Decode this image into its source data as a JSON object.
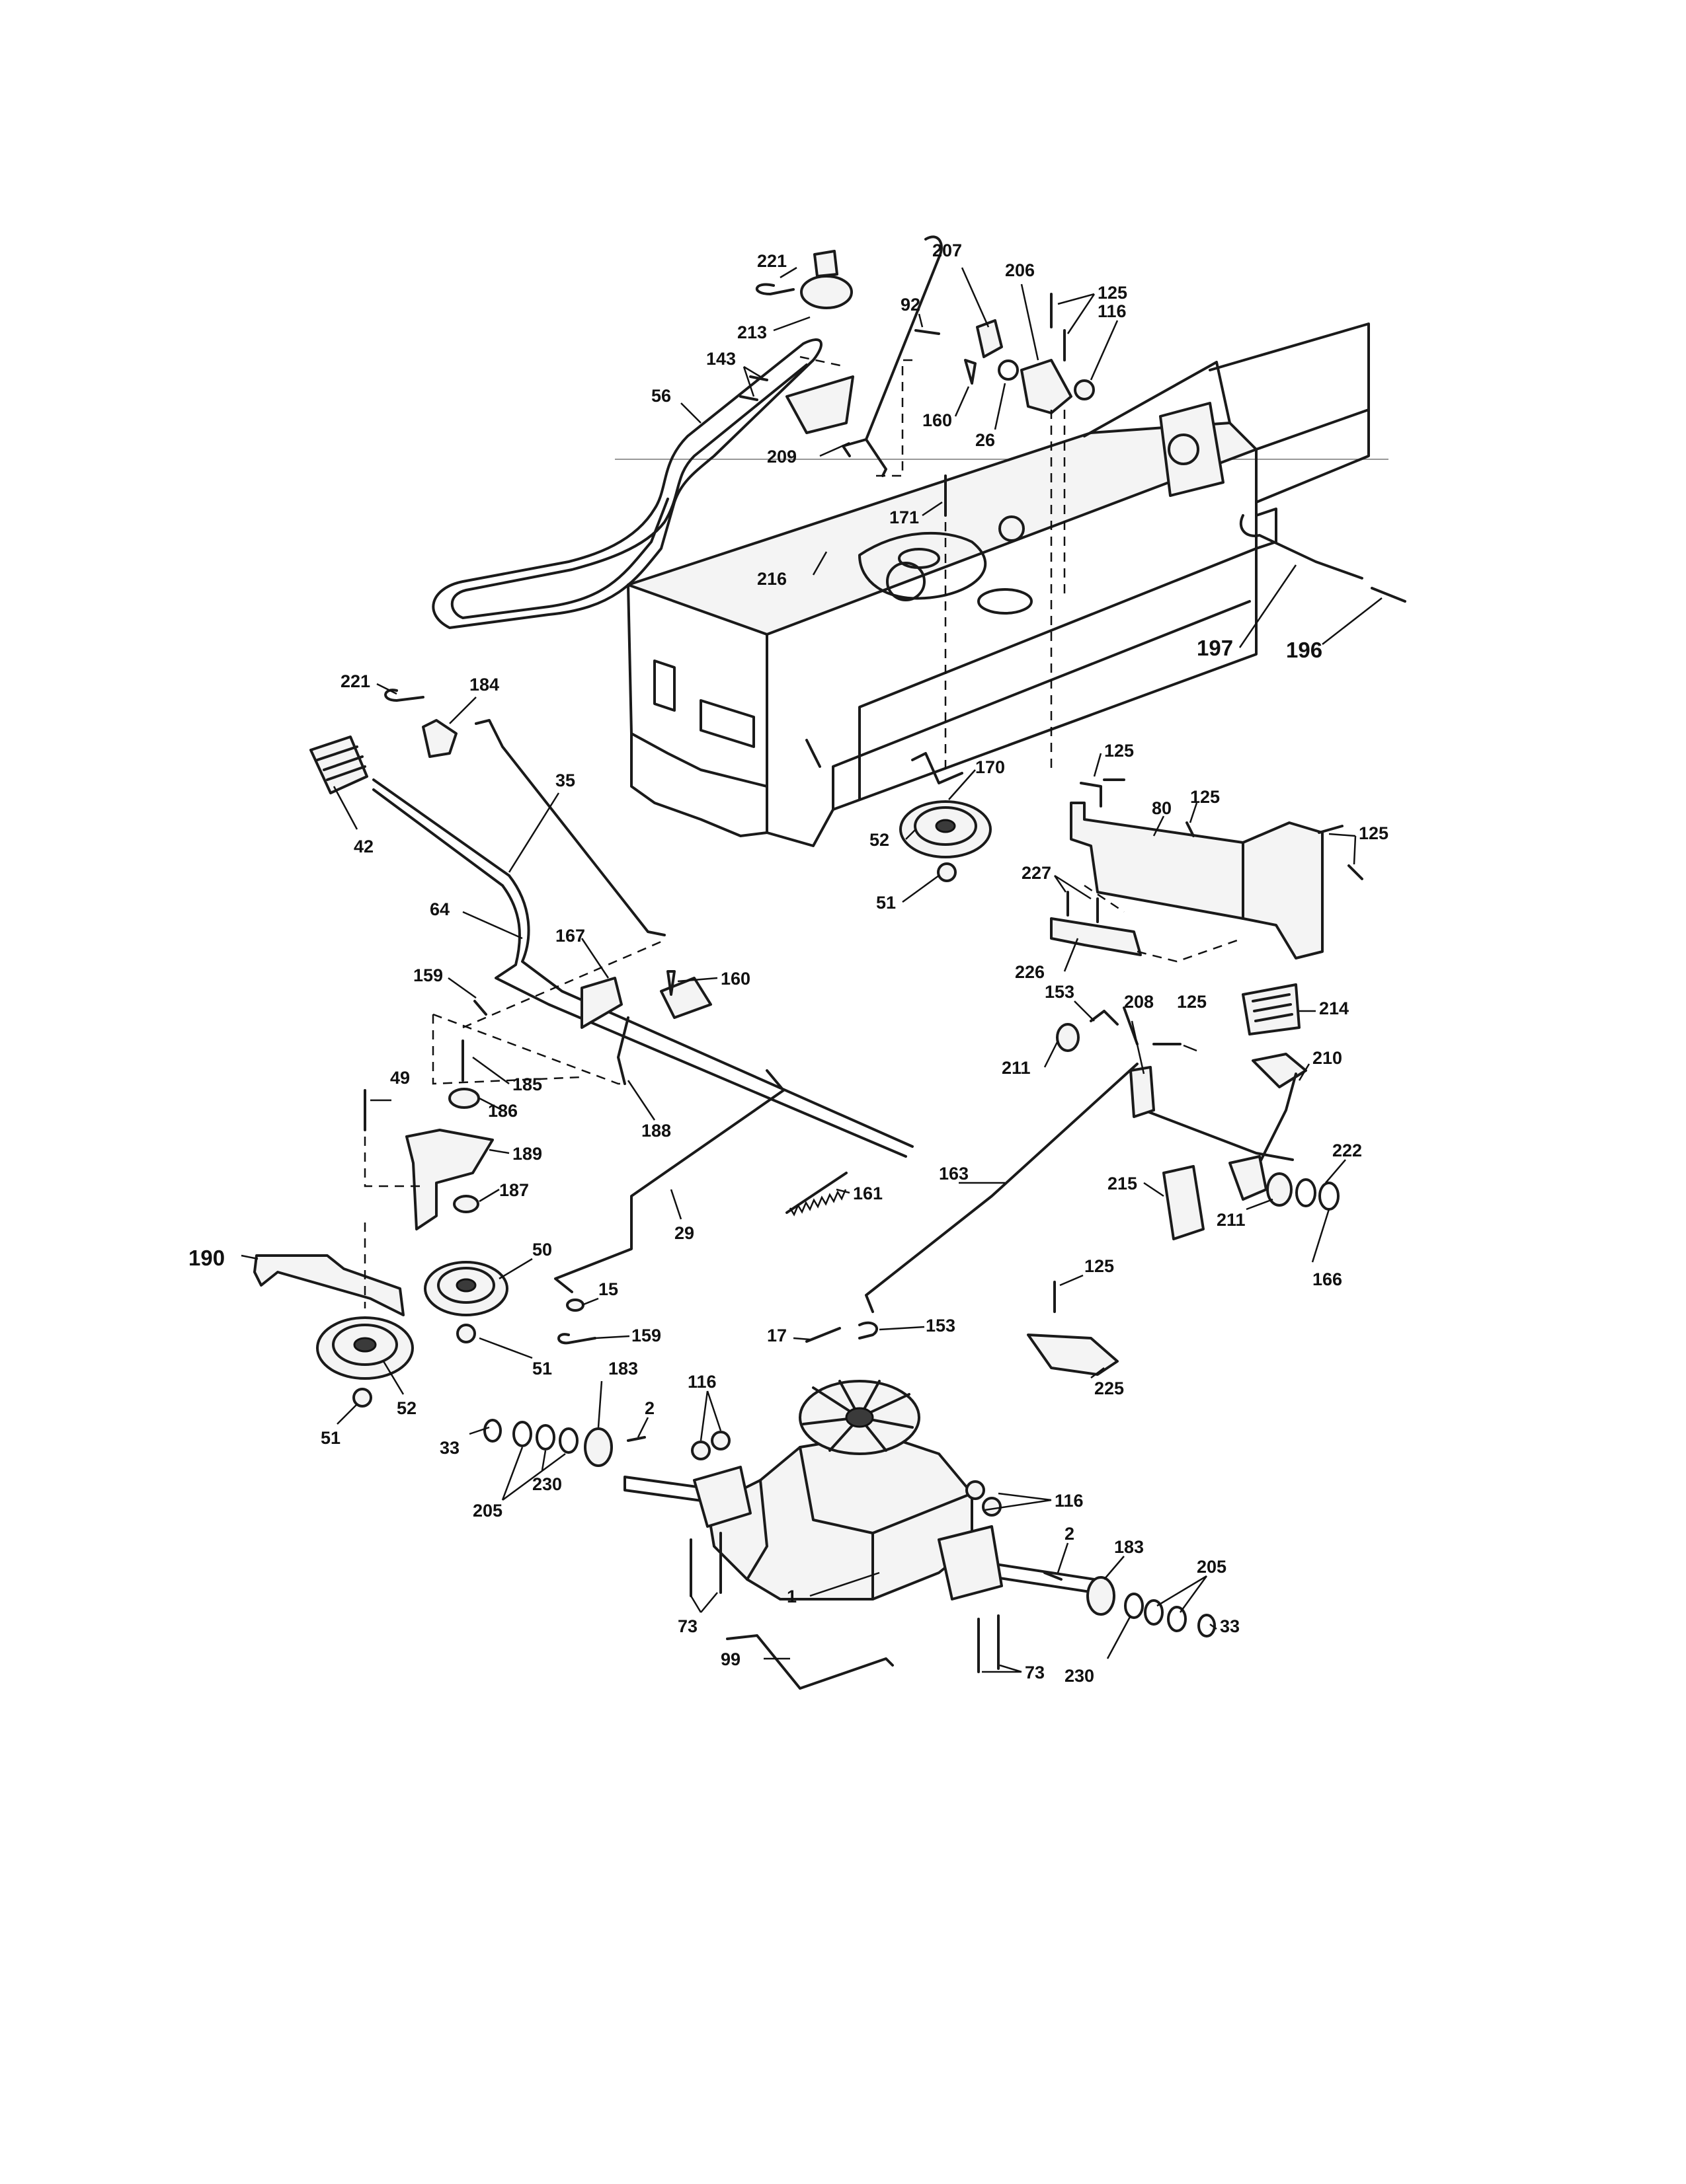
{
  "diagram": {
    "labels": {
      "l221a": "221",
      "l213": "213",
      "l207": "207",
      "l206": "206",
      "l125a": "125",
      "l92": "92",
      "l116a": "116",
      "l56": "56",
      "l160a": "160",
      "l26": "26",
      "l209": "209",
      "l143": "143",
      "l171": "171",
      "l216": "216",
      "l197": "197",
      "l196": "196",
      "l221b": "221",
      "l184": "184",
      "l35": "35",
      "l42": "42",
      "l170": "170",
      "l125b": "125",
      "l125c": "125",
      "l80": "80",
      "l125d": "125",
      "l52a": "52",
      "l227": "227",
      "l51a": "51",
      "l64": "64",
      "l167": "167",
      "l226": "226",
      "l159a": "159",
      "l160b": "160",
      "l214": "214",
      "l153a": "153",
      "l208": "208",
      "l125e": "125",
      "l210": "210",
      "l49": "49",
      "l185": "185",
      "l186": "186",
      "l211a": "211",
      "l188": "188",
      "l189": "189",
      "l222": "222",
      "l163": "163",
      "l187": "187",
      "l161": "161",
      "l215": "215",
      "l211b": "211",
      "l29": "29",
      "l50": "50",
      "l166": "166",
      "l190": "190",
      "l15": "15",
      "l125f": "125",
      "l159b": "159",
      "l17": "17",
      "l153b": "153",
      "l51b": "51",
      "l183a": "183",
      "l116b": "116",
      "l2a": "2",
      "l225": "225",
      "l52b": "52",
      "l51c": "51",
      "l33a": "33",
      "l230a": "230",
      "l205a": "205",
      "l116c": "116",
      "l2b": "2",
      "l183b": "183",
      "l205b": "205",
      "l1": "1",
      "l73a": "73",
      "l33b": "33",
      "l99": "99",
      "l73b": "73",
      "l230b": "230"
    }
  }
}
